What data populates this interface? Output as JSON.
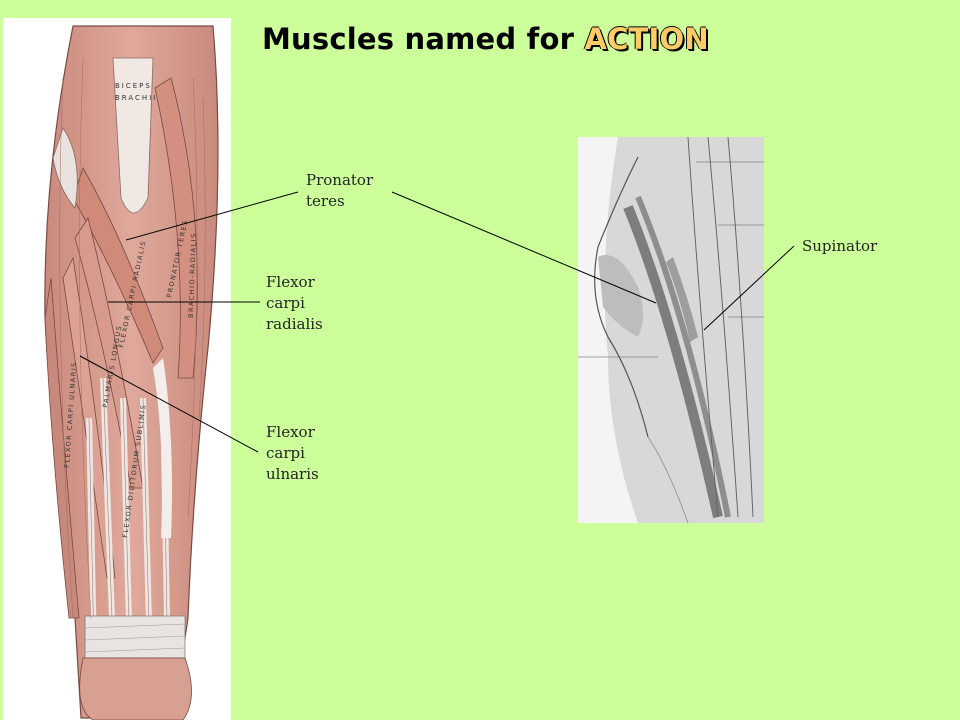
{
  "title": {
    "main": "Muscles named for ",
    "accent": "ACTION"
  },
  "labels": {
    "pronator": [
      "Pronator",
      "teres"
    ],
    "fcr": [
      "Flexor",
      "carpi",
      "radialis"
    ],
    "fcu": [
      "Flexor",
      "carpi",
      "ulnaris"
    ],
    "supinator": [
      "Supinator"
    ]
  },
  "figure_labels": {
    "biceps": "BICEPS",
    "brachii": "BRACHII",
    "brachioradialis": "BRACHIO-RADIALIS",
    "pronator_teres": "PRONATOR TERES",
    "flexor_carpi_radialis": "FLEXOR CARPI RADIALIS",
    "flexor_carpi_ulnaris": "FLEXOR CARPI ULNARIS",
    "palmaris_longus": "PALMARIS LONGUS",
    "flexor_digitorum_sublimis": "FLEXOR DIGITORUM SUBLIMIS"
  },
  "colors": {
    "background": "#CCFF99",
    "accent": "#FFCC66",
    "muscle": "#D9A093",
    "tendon": "#F2ECEA"
  }
}
